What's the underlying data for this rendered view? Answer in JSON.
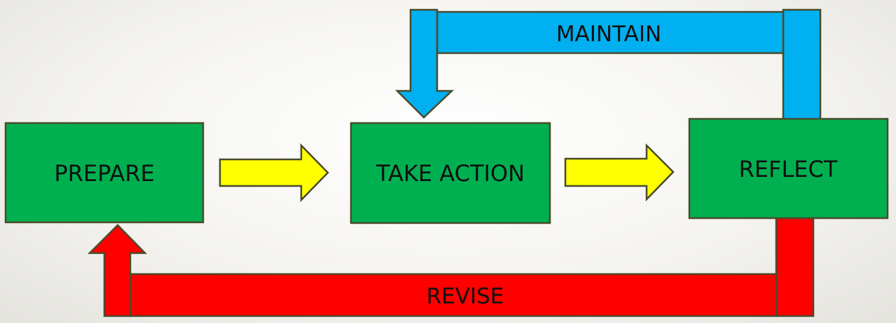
{
  "diagram": {
    "nodes": [
      {
        "id": "prepare",
        "label": "PREPARE"
      },
      {
        "id": "take-action",
        "label": "TAKE ACTION"
      },
      {
        "id": "reflect",
        "label": "REFLECT"
      }
    ],
    "loops": {
      "maintain": {
        "label": "MAINTAIN",
        "from": "reflect",
        "to": "take-action"
      },
      "revise": {
        "label": "REVISE",
        "from": "reflect",
        "to": "prepare"
      }
    }
  },
  "colors": {
    "box_fill": "#00b050",
    "box_border": "#4a4a2a",
    "forward_arrow": "#ffff00",
    "maintain_loop": "#00b0f0",
    "revise_loop": "#ff0000",
    "outline": "#4a4a2a"
  }
}
